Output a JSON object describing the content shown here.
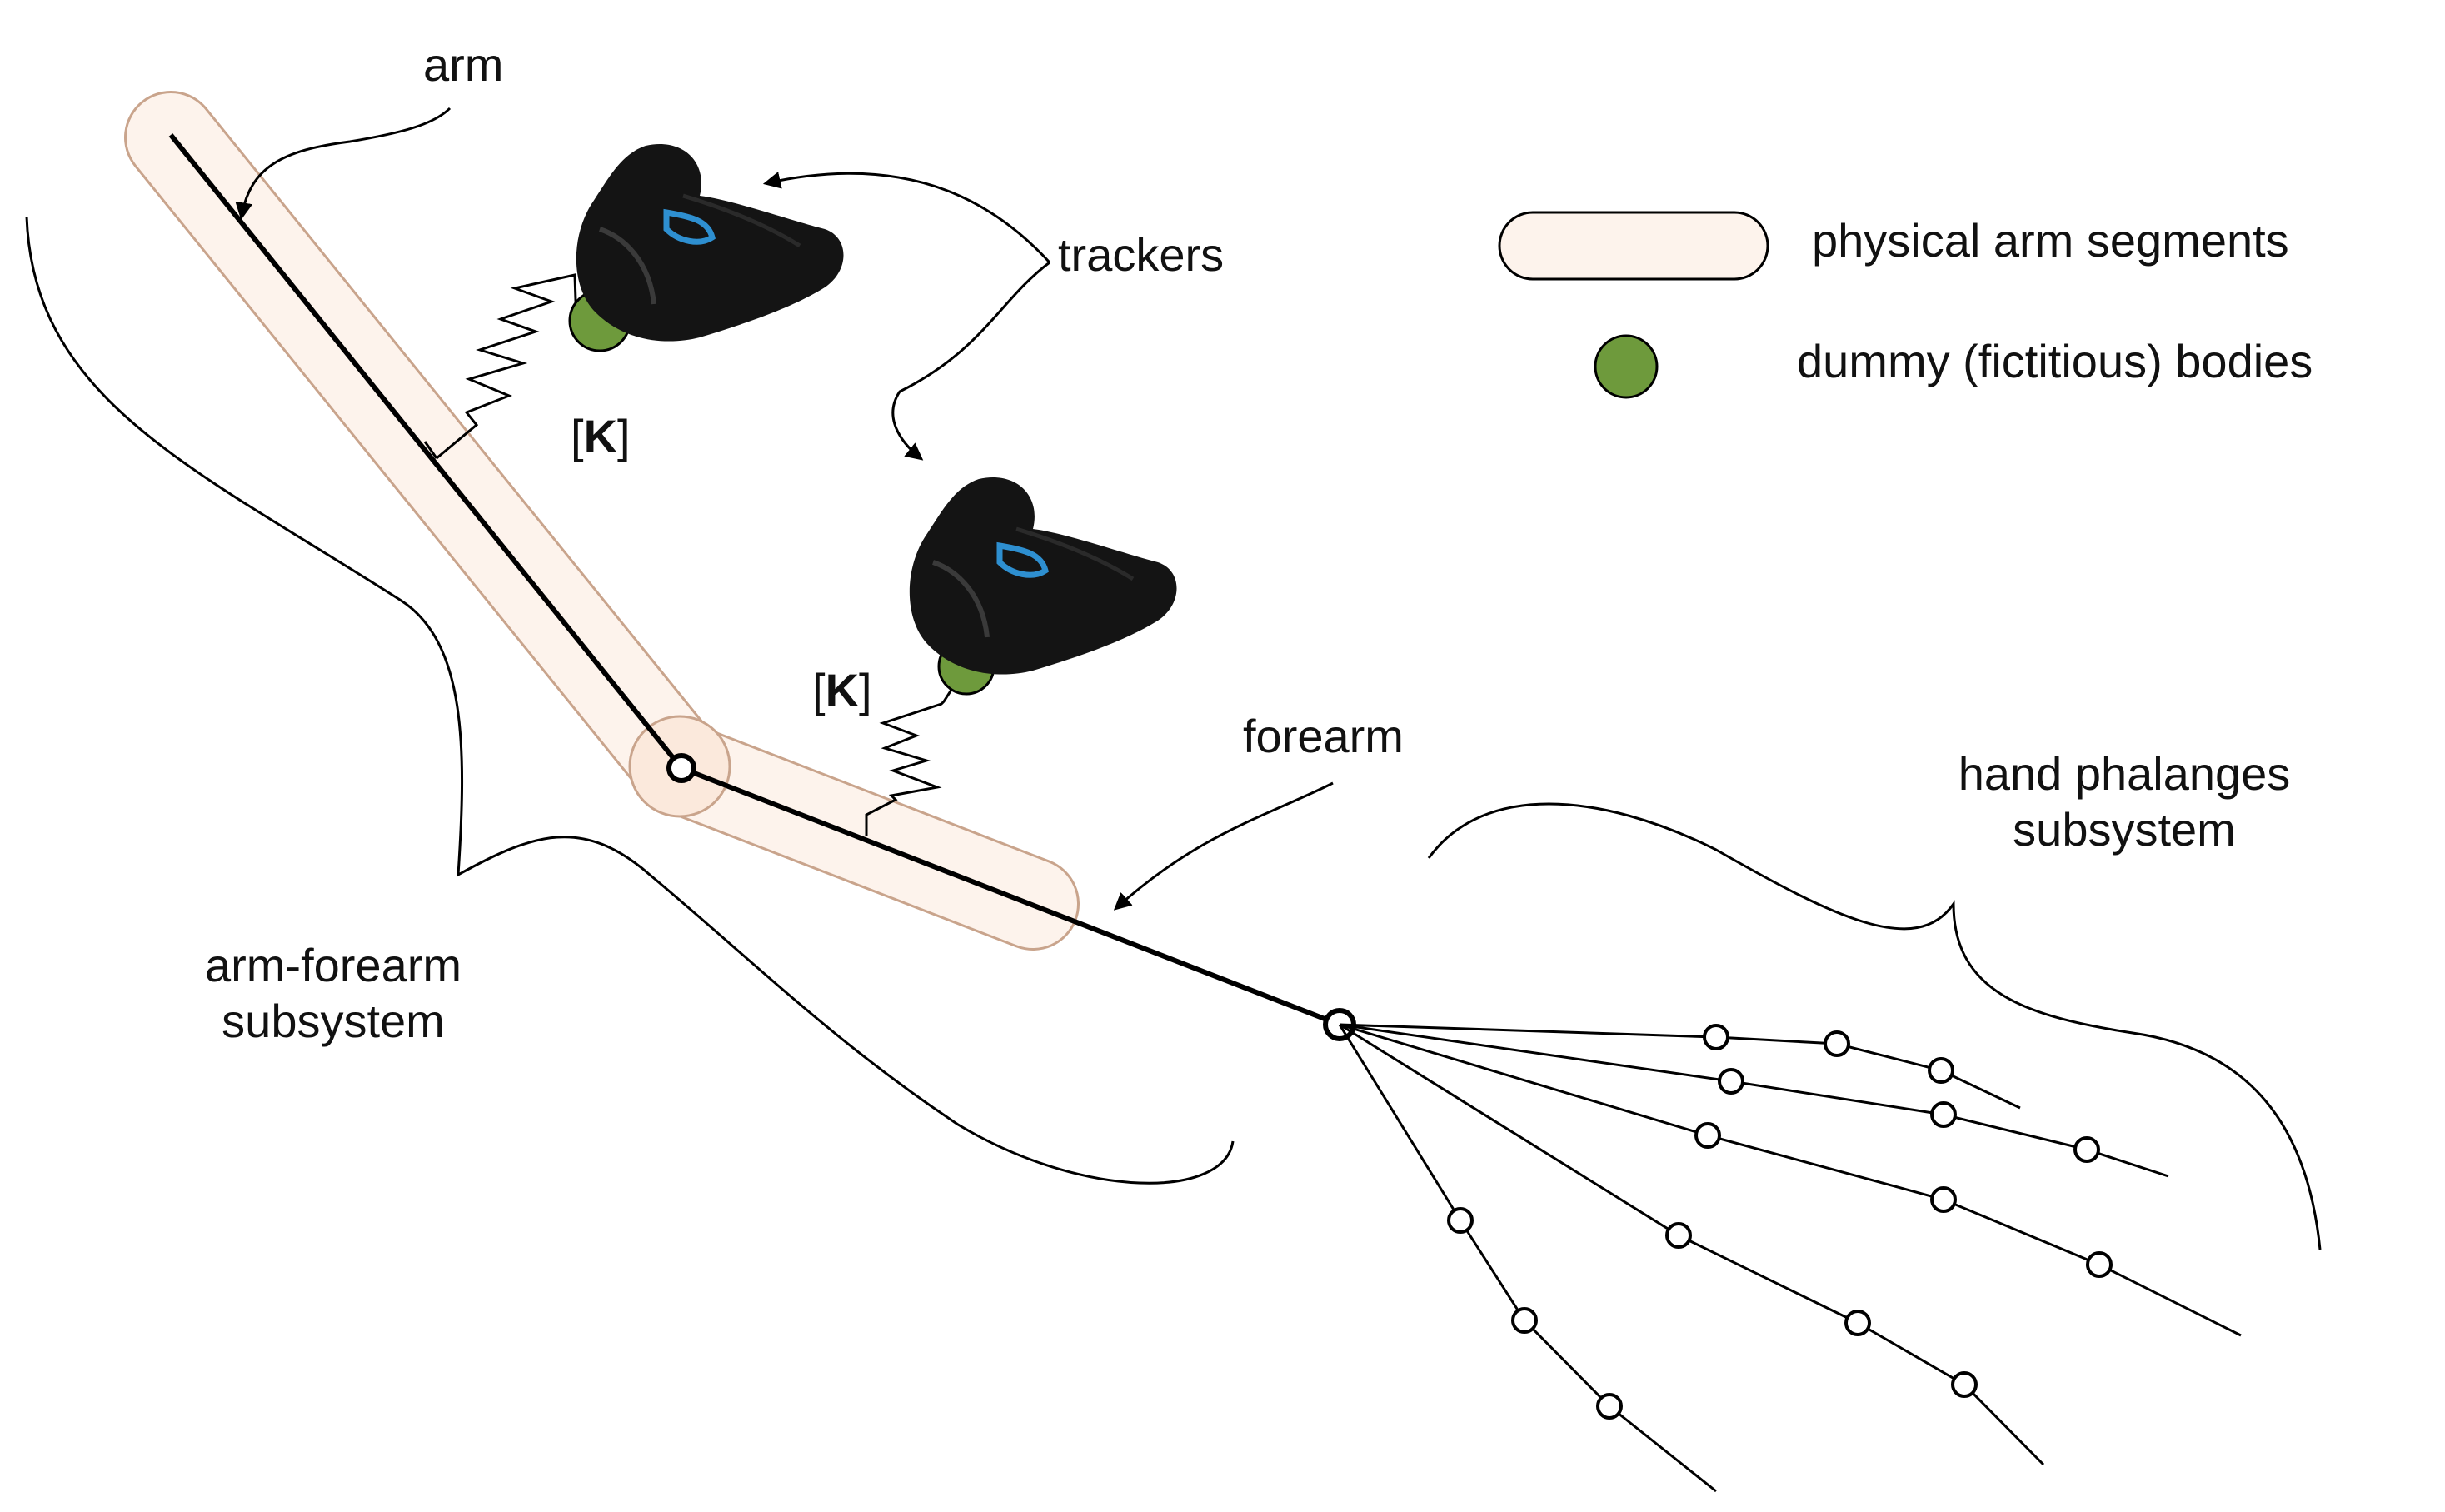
{
  "labels": {
    "arm": "arm",
    "trackers": "trackers",
    "forearm": "forearm",
    "arm_forearm_line1": "arm-forearm",
    "arm_forearm_line2": "subsystem",
    "hand_line1": "hand phalanges",
    "hand_line2": "subsystem",
    "stiffness_open": "[",
    "stiffness_symbol": "K",
    "stiffness_close": "]"
  },
  "legend": {
    "segments_label": "physical arm segments",
    "dummy_label": "dummy (fictitious) bodies"
  },
  "colors": {
    "segment_fill": "#fdf3ec",
    "segment_stroke": "#c9a48c",
    "dummy_fill": "#6e9a3c",
    "tracker_body": "#141414",
    "tracker_accent": "#2e8fd0",
    "line": "#000000"
  },
  "icons": [
    "tracker-icon",
    "dummy-body-icon",
    "spring-icon",
    "joint-icon"
  ]
}
